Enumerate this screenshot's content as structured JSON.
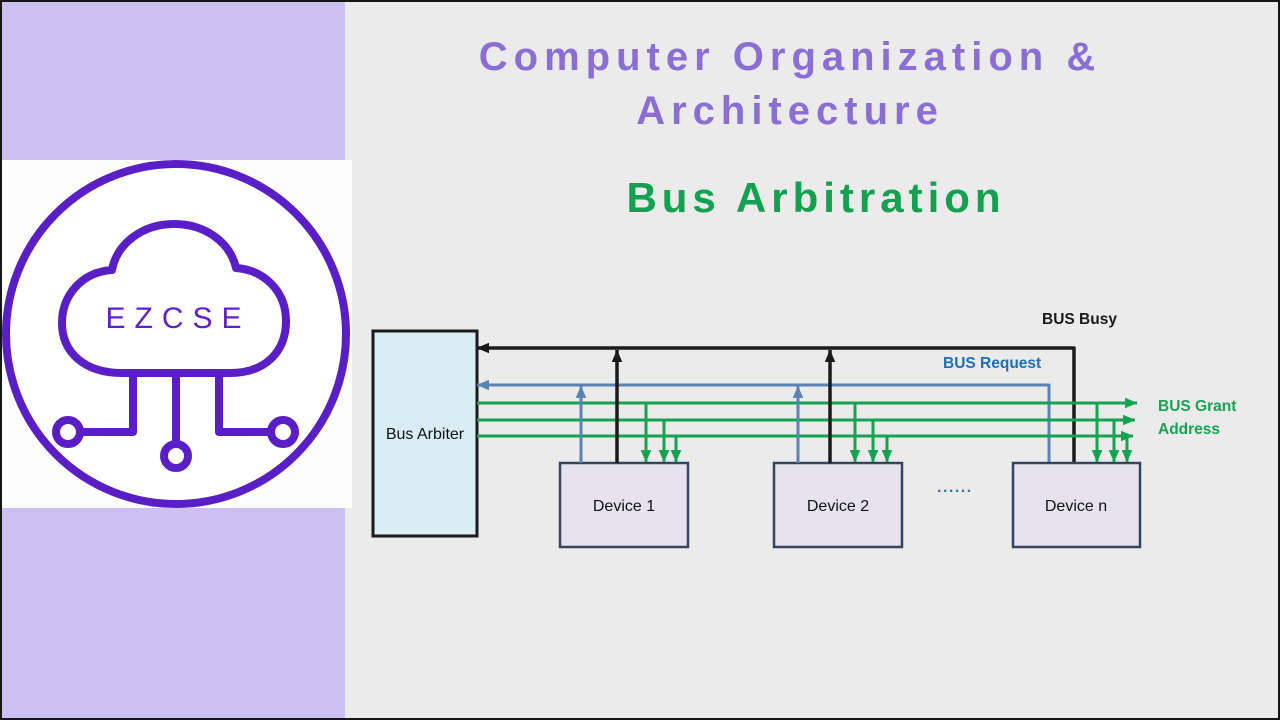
{
  "branding": {
    "logo_text": "EZCSE",
    "sidebar_color": "#cfc0f3",
    "logo_purple": "#5a1ec6"
  },
  "header": {
    "title_line1": "Computer Organization &",
    "title_line2": "Architecture",
    "subtitle": "Bus Arbitration",
    "title_color": "#8a6ed6",
    "subtitle_color": "#12a14f"
  },
  "diagram": {
    "arbiter": {
      "label": "Bus Arbiter",
      "fill": "#d9edf4",
      "border": "#1a1a1a"
    },
    "devices": [
      {
        "label": "Device 1"
      },
      {
        "label": "Device 2"
      },
      {
        "label": "Device n"
      }
    ],
    "device_fill": "#e6e2ee",
    "device_border": "#35455e",
    "ellipsis": "......",
    "signals": {
      "bus_busy": {
        "label": "BUS Busy",
        "line_color": "#1a1a1a",
        "label_color": "#1a1a1a"
      },
      "bus_request": {
        "label": "BUS Request",
        "line_color": "#5b83b5",
        "label_color": "#1d6fb8"
      },
      "bus_grant": {
        "label": "BUS Grant",
        "line_color": "#16a351",
        "label_color": "#1ba155"
      },
      "address": {
        "label": "Address",
        "line_color": "#16a351",
        "label_color": "#1ba155"
      }
    }
  }
}
